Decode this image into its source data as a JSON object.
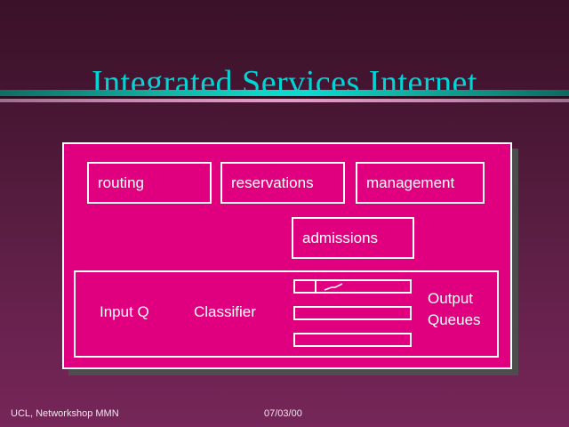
{
  "slide": {
    "title": "Integrated Services Internet",
    "colors": {
      "title_text": "#00d4d4",
      "background_top": "#3a1128",
      "background_bottom": "#762659",
      "panel_fill": "#e0007f",
      "panel_border": "#ffffff",
      "rule_teal": "#0bdad0",
      "rule_pink": "#e79dc9",
      "shadow": "#4d4d4d"
    }
  },
  "diagram": {
    "top_row": [
      {
        "label": "routing"
      },
      {
        "label": "reservations"
      },
      {
        "label": "management"
      }
    ],
    "second_row": [
      {
        "label": "admissions"
      }
    ],
    "forwarding_group": {
      "input_queue_label": "Input Q",
      "classifier_label": "Classifier",
      "output_queues_label_line1": "Output",
      "output_queues_label_line2": "Queues",
      "queues": [
        {
          "name": "queue-1",
          "has_head_cell": true,
          "has_packet_mark": true
        },
        {
          "name": "queue-2",
          "has_head_cell": false,
          "has_packet_mark": false
        },
        {
          "name": "queue-3",
          "has_head_cell": false,
          "has_packet_mark": false
        }
      ]
    }
  },
  "footer": {
    "left": "UCL, Networkshop MMN",
    "date": "07/03/00"
  }
}
